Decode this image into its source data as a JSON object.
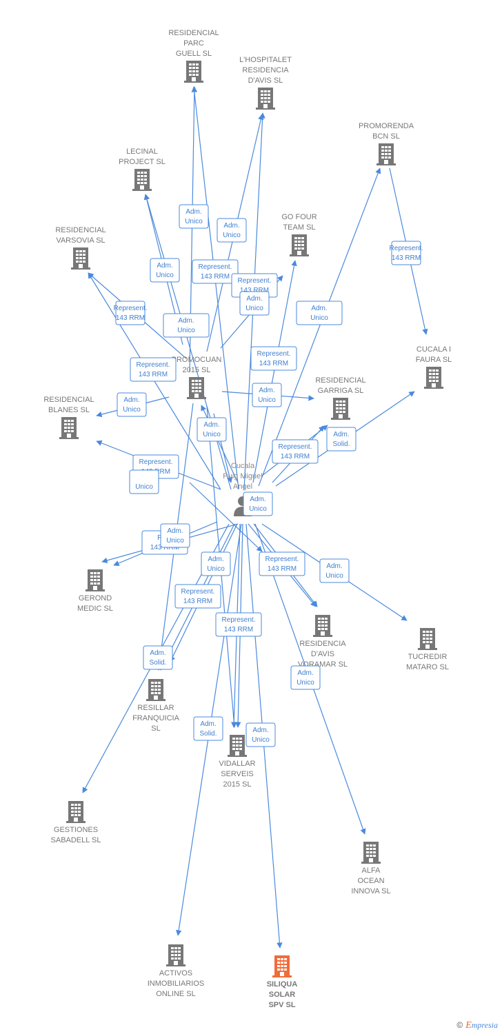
{
  "colors": {
    "edge": "#4a89dc",
    "building": "#777777",
    "highlight": "#f26b3a",
    "label": "#777777"
  },
  "person": {
    "name_lines": [
      "Cucala",
      "Puig Miguel",
      "Angel"
    ],
    "icon": "person-icon"
  },
  "companies": [
    {
      "id": "residencial-parc-guell",
      "lines": [
        "RESIDENCIAL",
        "PARC",
        "GUELL SL"
      ]
    },
    {
      "id": "lhospitalet-residencia",
      "lines": [
        "L'HOSPITALET",
        "RESIDENCIA",
        "D'AVIS SL"
      ]
    },
    {
      "id": "promorenda-bcn",
      "lines": [
        "PROMORENDA",
        "BCN SL"
      ]
    },
    {
      "id": "lecinal-project",
      "lines": [
        "LECINAL",
        "PROJECT SL"
      ]
    },
    {
      "id": "go-four-team",
      "lines": [
        "GO FOUR",
        "TEAM SL"
      ]
    },
    {
      "id": "residencial-varsovia",
      "lines": [
        "RESIDENCIAL",
        "VARSOVIA SL"
      ]
    },
    {
      "id": "cucala-i-faura",
      "lines": [
        "CUCALA I",
        "FAURA SL"
      ]
    },
    {
      "id": "promocuan-2015",
      "lines": [
        "PROMOCUAN",
        "2015 SL"
      ]
    },
    {
      "id": "residencial-garriga",
      "lines": [
        "RESIDENCIAL",
        "GARRIGA SL"
      ]
    },
    {
      "id": "residencial-blanes",
      "lines": [
        "RESIDENCIAL",
        "BLANES SL"
      ]
    },
    {
      "id": "gerond-medic",
      "lines": [
        "GEROND",
        "MEDIC SL"
      ]
    },
    {
      "id": "tucredir-mataro",
      "lines": [
        "TUCREDIR",
        "MATARO SL"
      ]
    },
    {
      "id": "residencia-davis-voramar",
      "lines": [
        "RESIDENCIA",
        "D'AVIS",
        "VORAMAR SL"
      ]
    },
    {
      "id": "resillar-franquicia",
      "lines": [
        "RESILLAR",
        "FRANQUICIA",
        "SL"
      ]
    },
    {
      "id": "vidallar-serveis-2015",
      "lines": [
        "VIDALLAR",
        "SERVEIS",
        "2015 SL"
      ]
    },
    {
      "id": "gestiones-sabadell",
      "lines": [
        "GESTIONES",
        "SABADELL SL"
      ]
    },
    {
      "id": "alfa-ocean-innova",
      "lines": [
        "ALFA",
        "OCEAN",
        "INNOVA SL"
      ]
    },
    {
      "id": "activos-inmobiliarios-online",
      "lines": [
        "ACTIVOS",
        "INMOBILIARIOS",
        "ONLINE SL"
      ]
    },
    {
      "id": "siliqua-solar-spv",
      "lines": [
        "SILIQUA",
        "SOLAR",
        "SPV SL"
      ],
      "highlight": true
    }
  ],
  "edge_labels": [
    {
      "id": "l1",
      "lines": [
        "Adm.",
        "Unico"
      ]
    },
    {
      "id": "l2",
      "lines": [
        "Adm.",
        "Unico"
      ]
    },
    {
      "id": "l3",
      "lines": [
        "Adm.",
        "Unico"
      ]
    },
    {
      "id": "l4",
      "lines": [
        "Represent.",
        "143 RRM"
      ]
    },
    {
      "id": "l5",
      "lines": [
        "Represent.",
        "143 RRM"
      ]
    },
    {
      "id": "l6",
      "lines": [
        "Adm.",
        "Unico"
      ]
    },
    {
      "id": "l7",
      "lines": [
        "Adm.",
        "Unico"
      ]
    },
    {
      "id": "l8",
      "lines": [
        "Represent.",
        "143 RRM"
      ]
    },
    {
      "id": "l9",
      "lines": [
        "Represent.",
        "143 RRM"
      ]
    },
    {
      "id": "l10",
      "lines": [
        "Adm.",
        "Unico"
      ]
    },
    {
      "id": "l11",
      "lines": [
        "Represent.",
        "143 RRM"
      ]
    },
    {
      "id": "l12",
      "lines": [
        "Represent.",
        "143 RRM"
      ]
    },
    {
      "id": "l13",
      "lines": [
        "Adm.",
        "Unico"
      ]
    },
    {
      "id": "l14",
      "lines": [
        "Adm.",
        "Unico"
      ]
    },
    {
      "id": "l15",
      "lines": [
        "Adm.",
        "Unico"
      ]
    },
    {
      "id": "l16",
      "lines": [
        "Represent.",
        "143 RRM"
      ]
    },
    {
      "id": "l17",
      "lines": [
        "Adm.",
        "Solid."
      ]
    },
    {
      "id": "l18",
      "lines": [
        "Represent.",
        "143 RRM"
      ]
    },
    {
      "id": "l19",
      "lines": [
        "Adm.",
        "Unico"
      ]
    },
    {
      "id": "l20",
      "lines": [
        "",
        "Unico"
      ]
    },
    {
      "id": "l21",
      "lines": [
        "Repr",
        "143 RRM"
      ]
    },
    {
      "id": "l22",
      "lines": [
        "Adm.",
        "Unico"
      ]
    },
    {
      "id": "l23",
      "lines": [
        "Adm.",
        "Unico"
      ]
    },
    {
      "id": "l24",
      "lines": [
        "Represent.",
        "143 RRM"
      ]
    },
    {
      "id": "l25",
      "lines": [
        "Adm.",
        "Unico"
      ]
    },
    {
      "id": "l26",
      "lines": [
        "Represent.",
        "143 RRM"
      ]
    },
    {
      "id": "l27",
      "lines": [
        "Represent.",
        "143 RRM"
      ]
    },
    {
      "id": "l28",
      "lines": [
        "Adm.",
        "Solid."
      ]
    },
    {
      "id": "l29",
      "lines": [
        "Adm.",
        "Unico"
      ]
    },
    {
      "id": "l30",
      "lines": [
        "Adm.",
        "Solid."
      ]
    },
    {
      "id": "l31",
      "lines": [
        "Adm.",
        "Unico"
      ]
    }
  ],
  "footer": {
    "copyright": "©",
    "brand_initial": "E",
    "brand_rest": "mpresia"
  }
}
